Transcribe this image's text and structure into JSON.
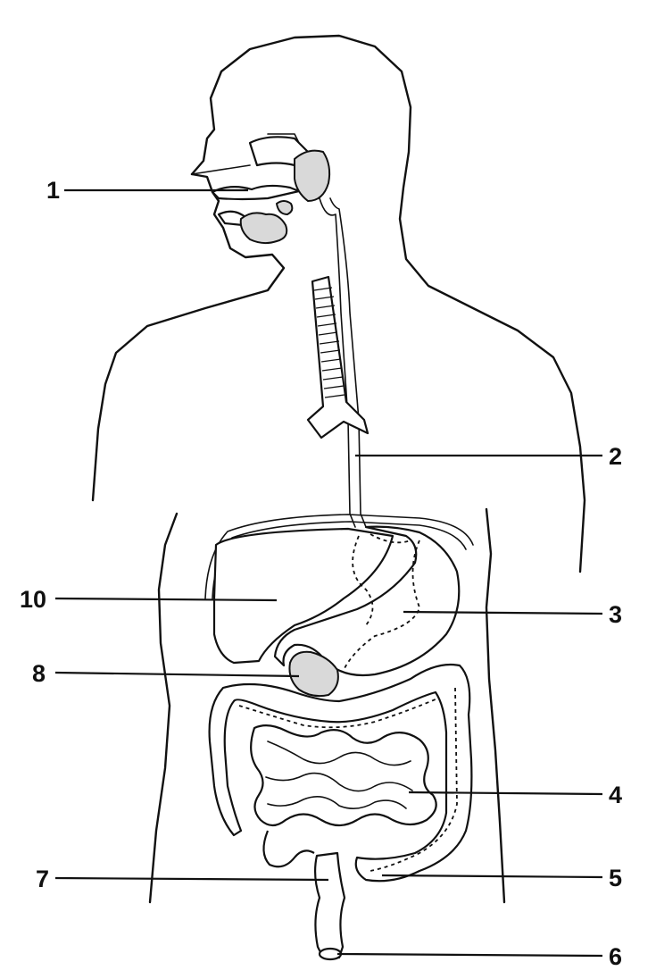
{
  "diagram": {
    "labels": [
      {
        "id": "label-1",
        "text": "1"
      },
      {
        "id": "label-2",
        "text": "2"
      },
      {
        "id": "label-3",
        "text": "3"
      },
      {
        "id": "label-4",
        "text": "4"
      },
      {
        "id": "label-5",
        "text": "5"
      },
      {
        "id": "label-6",
        "text": "6"
      },
      {
        "id": "label-7",
        "text": "7"
      },
      {
        "id": "label-8",
        "text": "8"
      },
      {
        "id": "label-10",
        "text": "10"
      }
    ]
  }
}
